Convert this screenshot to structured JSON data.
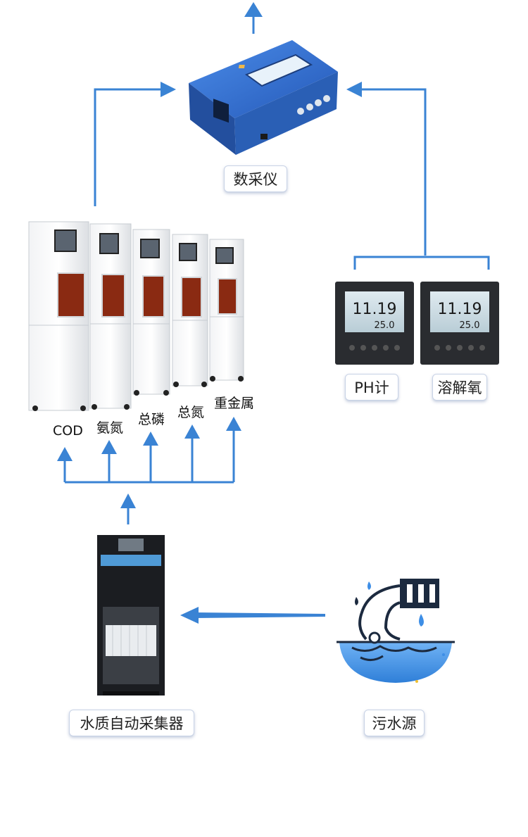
{
  "center": {
    "label": "数采仪"
  },
  "analyzers": {
    "labels": [
      "COD",
      "氨氮",
      "总磷",
      "总氮",
      "重金属"
    ]
  },
  "meters": {
    "labels": [
      "PH计",
      "溶解氧"
    ],
    "reading_main": "11.19",
    "reading_sub": "25.0"
  },
  "sampler": {
    "label": "水质自动采集器"
  },
  "source": {
    "label": "污水源"
  },
  "colors": {
    "arrow": "#3a83d4",
    "device_blue": "#2f6fd0",
    "drop_blue": "#3d8ee6",
    "icon_dark": "#1c2a3f"
  }
}
